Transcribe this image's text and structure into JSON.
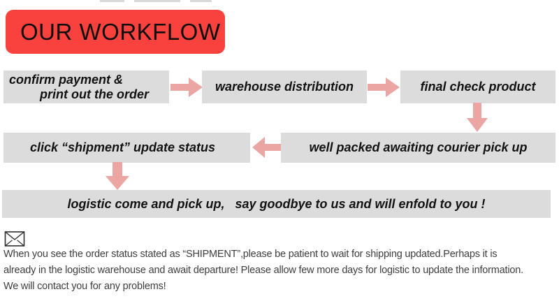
{
  "title": {
    "label": "OUR WORKFLOW",
    "bg_color": "#f9423e",
    "text_color": "#0e0e0e"
  },
  "flow": {
    "box_color": "#dcdcdc",
    "arrow_color": "#eba6a4",
    "text_color": "#121212",
    "step1": {
      "line1": "confirm payment &",
      "line2": "print out the order"
    },
    "step2": {
      "label": "warehouse distribution"
    },
    "step3": {
      "label": "final check product"
    },
    "step4": {
      "label": "well packed awaiting courier pick up"
    },
    "step5": {
      "label": "click “shipment” update status"
    },
    "step6": {
      "label": "logistic come and pick up,   say goodbye to us and will enfold to you !"
    }
  },
  "icons": {
    "envelope": "✉"
  },
  "note": {
    "line1": "When you see the order status stated as “SHIPMENT”,please be patient to wait for shipping updated.Perhaps it is",
    "line2": "already in the logistic warehouse and await departure! Please allow few more days for logistic to update the information.",
    "line3": "We will contact you for any problems!"
  }
}
